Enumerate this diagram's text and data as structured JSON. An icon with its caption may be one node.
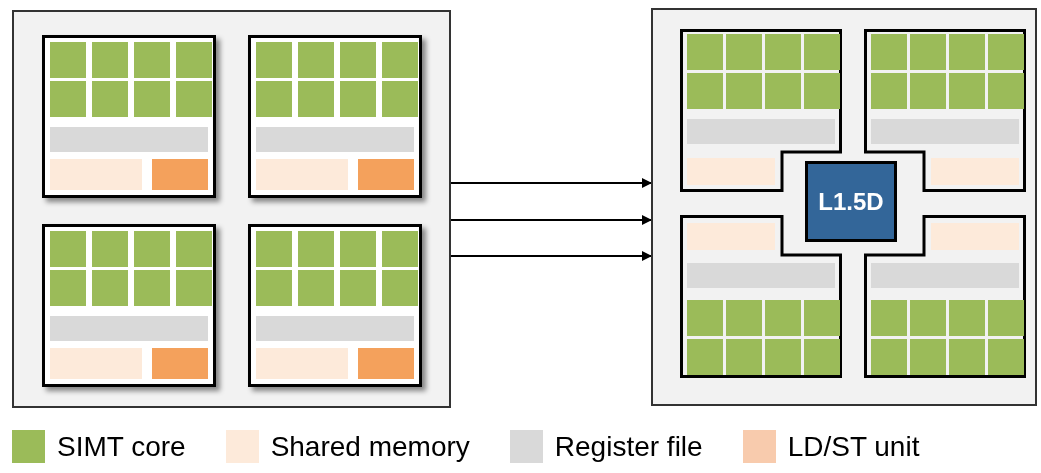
{
  "diagram": {
    "nodes": [
      {
        "text": [],
        "shape": "box"
      },
      {
        "text": [],
        "shape": "box",
        "in": 0
      },
      {
        "text": [],
        "shape": "box",
        "in": 0
      },
      {
        "text": [],
        "shape": "box",
        "in": 0
      },
      {
        "text": [],
        "shape": "box",
        "in": 0
      },
      {
        "text": [],
        "shape": "box"
      },
      {
        "text": [],
        "shape": "box",
        "in": 5
      },
      {
        "text": [],
        "shape": "box",
        "in": 5
      },
      {
        "text": [
          "L1.5D"
        ],
        "in": 5
      },
      {
        "text": [],
        "shape": "box",
        "in": 5
      },
      {
        "text": [],
        "shape": "box",
        "in": 5
      }
    ],
    "edges": [
      {
        "from": 0,
        "to": 5,
        "arrow": "to"
      },
      {
        "from": 0,
        "to": 5,
        "arrow": "to"
      },
      {
        "from": 0,
        "to": 5,
        "arrow": "to"
      }
    ],
    "legend": [
      {
        "text": "SIMT core",
        "color": "#9bbb59"
      },
      {
        "text": "Shared memory",
        "color": "#fdeada"
      },
      {
        "text": "Register file",
        "color": "#d9d9d9"
      },
      {
        "text": "LD/ST unit",
        "color": "#f8cbad"
      }
    ]
  }
}
